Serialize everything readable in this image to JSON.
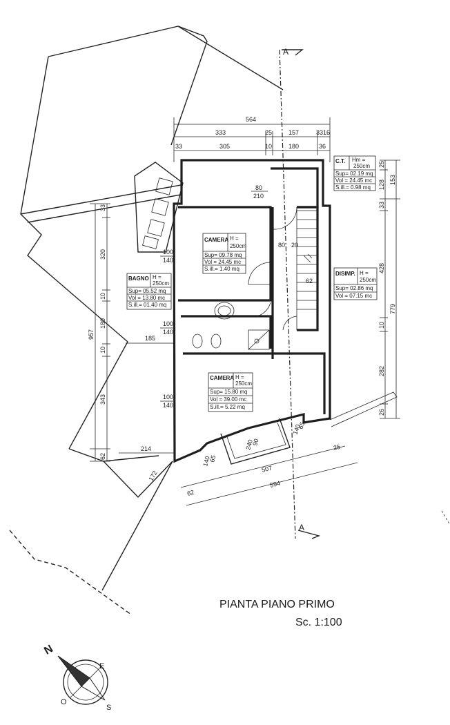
{
  "title": "PIANTA PIANO PRIMO",
  "scale": "Sc. 1:100",
  "section_mark": "A",
  "compass": {
    "n": "N",
    "e": "E",
    "s": "S",
    "o": "O"
  },
  "rooms": {
    "ct": {
      "name": "C.T.",
      "h": "Hm =",
      "h2": "250cm",
      "sup": "Sup= 02.19 mq",
      "vol": "Vol = 24.45 mc",
      "sil": "S.ill.= 0.98 mq"
    },
    "camera1": {
      "name": "CAMERA",
      "h": "H =",
      "h2": "250cm",
      "sup": "Sup= 09.78 mq",
      "vol": "Vol = 24.45 mc",
      "sil": "S.ill.= 1.40 mq"
    },
    "bagno": {
      "name": "BAGNO",
      "h": "H =",
      "h2": "250cm",
      "sup": "Sup= 05.52 mq",
      "vol": "Vol = 13.80 mc",
      "sil": "S.ill.= 01.40 mq"
    },
    "disimp": {
      "name": "DISIMP.",
      "h": "H =",
      "h2": "250cm",
      "sup": "Sup= 02.86 mq",
      "vol": "Vol = 07.15 mc"
    },
    "camera2": {
      "name": "CAMERA",
      "h": "H =",
      "h2": "250cm",
      "sup": "Sup= 15.80 mq",
      "vol": "Vol = 39.00 mc",
      "sil": "S.ill.= 5.22 mq"
    }
  },
  "dims": {
    "d564": "564",
    "d333": "333",
    "d25": "25",
    "d157": "157",
    "d3316": "3316",
    "d33a": "33",
    "d305": "305",
    "d10a": "10",
    "d180a": "180",
    "d36": "36",
    "d80a": "80",
    "d210": "210",
    "d80b": "80",
    "d20": "20",
    "d62a": "62",
    "d100a": "100",
    "d140a": "140",
    "d100b": "100",
    "d140b": "140",
    "d100c": "100",
    "d140c": "140",
    "d185": "185",
    "d214": "214",
    "d172": "172",
    "l33": "33",
    "l320": "320",
    "l10a": "10",
    "l180": "180",
    "l10b": "10",
    "l343": "343",
    "l62": "62",
    "l957": "957",
    "r25": "25",
    "r128": "128",
    "r33": "33",
    "r153": "153",
    "r428": "428",
    "r10": "10",
    "r282": "282",
    "r26": "26",
    "r779": "779",
    "b65a": "65",
    "b140a": "140",
    "b90": "90",
    "b240": "240",
    "b65b": "65",
    "b140b": "140",
    "b507": "507",
    "b25": "25",
    "b594": "594",
    "b62": "62"
  }
}
